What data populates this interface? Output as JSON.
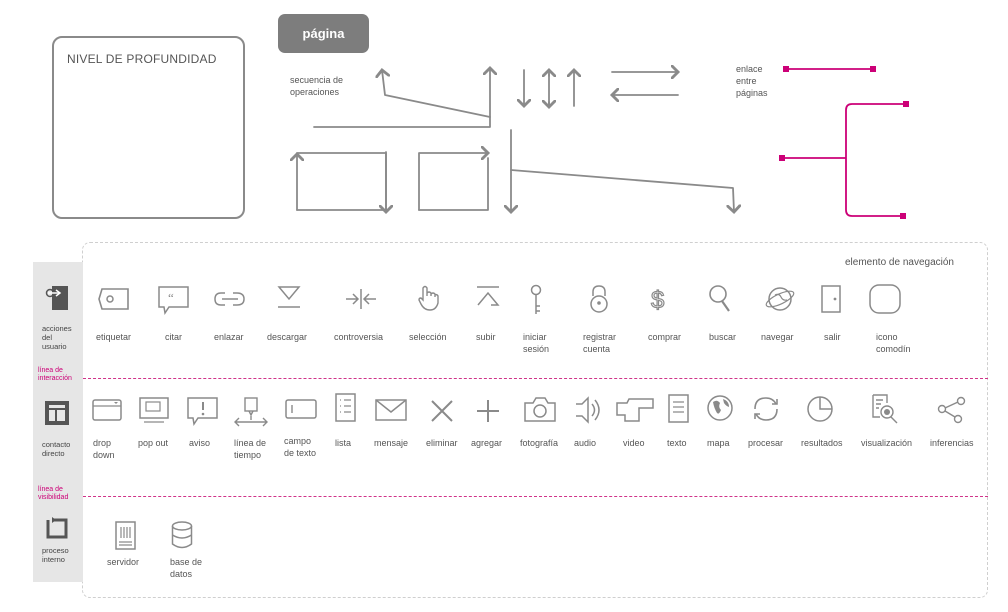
{
  "legend": {
    "depth_title": "NIVEL DE PROFUNDIDAD",
    "page_label": "página",
    "sequence_label": "secuencia de\noperaciones",
    "link_label": "enlace\nentre\npáginas"
  },
  "toolkit": {
    "nav_element_title": "elemento de navegación",
    "categories": {
      "actions": "acciones\ndel\nusuario",
      "contact": "contacto\ndirecto",
      "process": "proceso\ninterno"
    },
    "lines": {
      "interaction": "línea de\ninteracción",
      "visibility": "línea de\nvisibilidad"
    },
    "row1": [
      {
        "icon": "tag-icon",
        "label": "etiquetar"
      },
      {
        "icon": "quote-icon",
        "label": "citar"
      },
      {
        "icon": "link-icon",
        "label": "enlazar"
      },
      {
        "icon": "download-icon",
        "label": "descargar"
      },
      {
        "icon": "controversy-icon",
        "label": "controversia"
      },
      {
        "icon": "hand-pointer-icon",
        "label": "selección"
      },
      {
        "icon": "upload-icon",
        "label": "subir"
      },
      {
        "icon": "key-icon",
        "label": "iniciar\nsesión"
      },
      {
        "icon": "padlock-icon",
        "label": "registrar\ncuenta"
      },
      {
        "icon": "dollar-icon",
        "label": "comprar"
      },
      {
        "icon": "magnifier-icon",
        "label": "buscar"
      },
      {
        "icon": "globe-navigate-icon",
        "label": "navegar"
      },
      {
        "icon": "door-icon",
        "label": "salir"
      },
      {
        "icon": "wildcard-icon",
        "label": "icono\ncomodín"
      }
    ],
    "row2": [
      {
        "icon": "dropdown-icon",
        "label": "drop\ndown"
      },
      {
        "icon": "popout-icon",
        "label": "pop out"
      },
      {
        "icon": "alert-icon",
        "label": "aviso"
      },
      {
        "icon": "timeline-icon",
        "label": "línea de\ntiempo"
      },
      {
        "icon": "text-field-icon",
        "label": "campo\nde texto"
      },
      {
        "icon": "list-icon",
        "label": "lista"
      },
      {
        "icon": "envelope-icon",
        "label": "mensaje"
      },
      {
        "icon": "delete-x-icon",
        "label": "eliminar"
      },
      {
        "icon": "plus-icon",
        "label": "agregar"
      },
      {
        "icon": "camera-icon",
        "label": "fotografía"
      },
      {
        "icon": "speaker-icon",
        "label": "audio"
      },
      {
        "icon": "video-camera-icon",
        "label": "video"
      },
      {
        "icon": "document-icon",
        "label": "texto"
      },
      {
        "icon": "world-map-icon",
        "label": "mapa"
      },
      {
        "icon": "refresh-icon",
        "label": "procesar"
      },
      {
        "icon": "pie-chart-icon",
        "label": "resultados"
      },
      {
        "icon": "doc-search-icon",
        "label": "visualización"
      },
      {
        "icon": "share-nodes-icon",
        "label": "inferencias"
      }
    ],
    "row3": [
      {
        "icon": "server-icon",
        "label": "servidor"
      },
      {
        "icon": "database-icon",
        "label": "base de\ndatos"
      }
    ]
  },
  "colors": {
    "accent": "#cc0077",
    "ink": "#8a8a8a",
    "pill": "#7d7d7d"
  }
}
